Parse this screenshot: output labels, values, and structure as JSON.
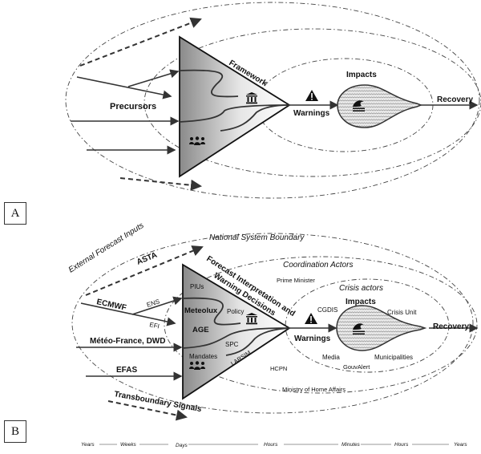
{
  "panels": {
    "a_label": "A",
    "b_label": "B"
  },
  "panel_a": {
    "precursors": "Precursors",
    "framework": "Framework",
    "warnings": "Warnings",
    "impacts": "Impacts",
    "recovery": "Recovery",
    "icons": [
      "institution-icon",
      "people-group-icon",
      "warning-triangle-icon",
      "wave-icon"
    ]
  },
  "panel_b": {
    "external_inputs": "External Forecast Inputs",
    "national_boundary": "National System Boundary",
    "coordination_actors": "Coordination Actors",
    "crisis_actors": "Crisis actors",
    "asta": "ASTA",
    "ecmwf": "ECMWF",
    "ens": "ENS",
    "efi": "EFI",
    "meteo_france": "Météo-France, DWD",
    "efas": "EFAS",
    "transboundary": "Transboundary Signals",
    "forecast_line1": "Forecast Interpretation and",
    "forecast_line2": "Warning Decisions",
    "pius": "PIUs",
    "meteolux": "Meteolux",
    "age": "AGE",
    "policy": "Policy",
    "spc": "SPC",
    "mandates": "Mandates",
    "larsim": "LARSIM",
    "prime_minister": "Prime Minister",
    "hcpn": "HCPN",
    "ministry": "Ministry of Home Affairs",
    "cgdis": "CGDIS",
    "impacts": "Impacts",
    "crisis_unit": "Crisis Unit",
    "warnings": "Warnings",
    "recovery": "Recovery",
    "media": "Media",
    "gouvalert": "GouvAlert",
    "municipalities": "Municipalities"
  },
  "timeline": [
    "Years",
    "Weeks",
    "Days",
    "Hours",
    "Minutes",
    "Hours",
    "Years"
  ]
}
